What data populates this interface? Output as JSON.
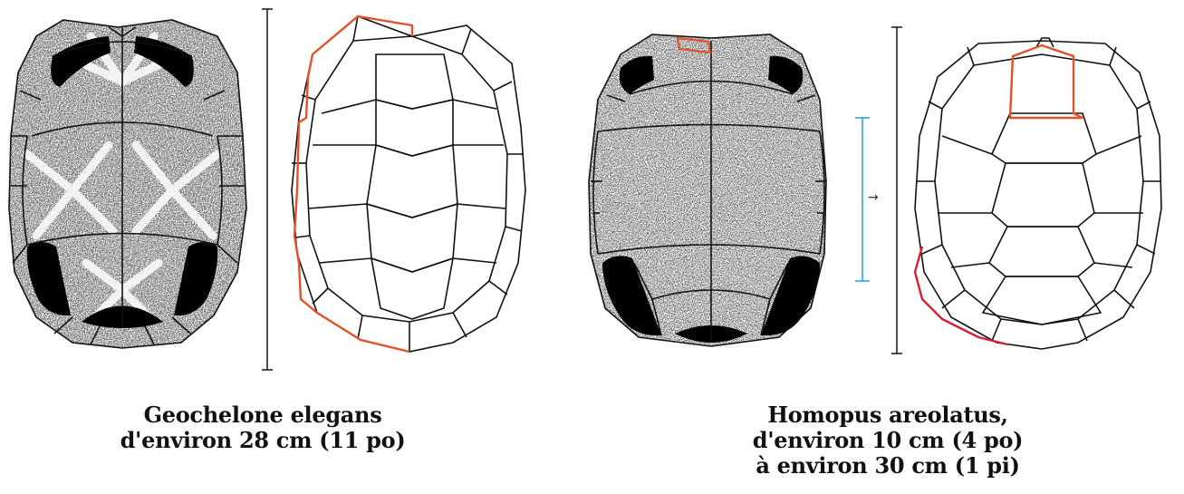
{
  "colors": {
    "outline": "#111111",
    "scale_bar": "#222222",
    "highlight_orange": "#e0522a",
    "highlight_red": "#d4212f",
    "highlight_blue": "#2aa6e0",
    "pattern_dark": "#000000",
    "pattern_speckle": "#555555"
  },
  "captions": {
    "left": {
      "line1": "Geochelone elegans",
      "line2": "d'environ 28 cm (11 po)"
    },
    "right": {
      "line1": "Homopus areolatus,",
      "line2": "d'environ 10 cm (4 po)",
      "line3": "à environ 30 cm (1 pi)"
    }
  },
  "arrow_glyph": "→"
}
